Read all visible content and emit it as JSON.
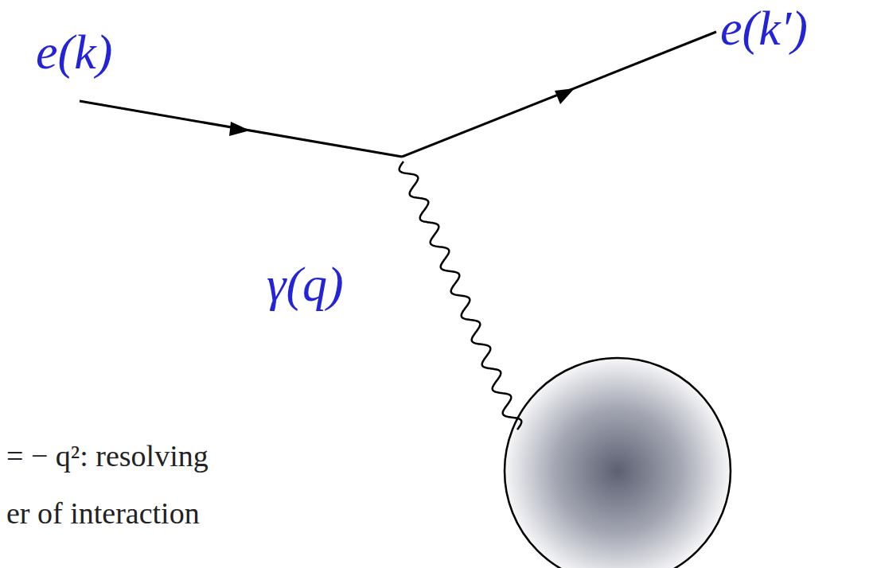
{
  "diagram": {
    "labels": [
      "e(k)",
      "e(k′)",
      "γ(q)",
      "= − q²: resolving",
      "er of interaction"
    ]
  }
}
